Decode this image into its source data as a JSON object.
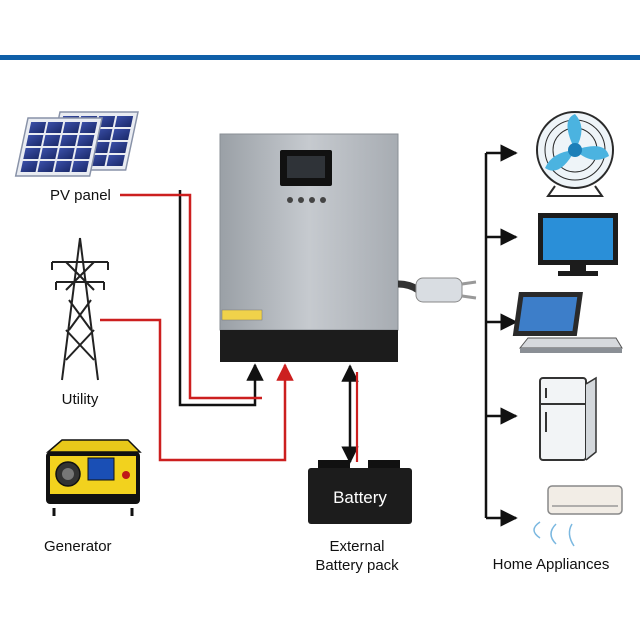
{
  "colors": {
    "accent_bar": "#0f5fa8",
    "wire_black": "#111111",
    "wire_red": "#cc1f1f",
    "inverter_body": "#b9bec4",
    "inverter_base": "#1c1c1c"
  },
  "icons": {
    "pv": "solar-panel-icon",
    "utility": "power-tower-icon",
    "generator": "generator-icon",
    "fan": "fan-icon",
    "tv": "tv-icon",
    "laptop": "laptop-icon",
    "fridge": "fridge-icon",
    "ac": "air-conditioner-icon",
    "plug": "power-plug-icon"
  },
  "labels": {
    "pv_panel": "PV panel",
    "utility": "Utility",
    "generator": "Generator",
    "battery": "Battery",
    "battery_pack_line1": "External",
    "battery_pack_line2": "Battery pack",
    "home_appliances": "Home Appliances"
  }
}
